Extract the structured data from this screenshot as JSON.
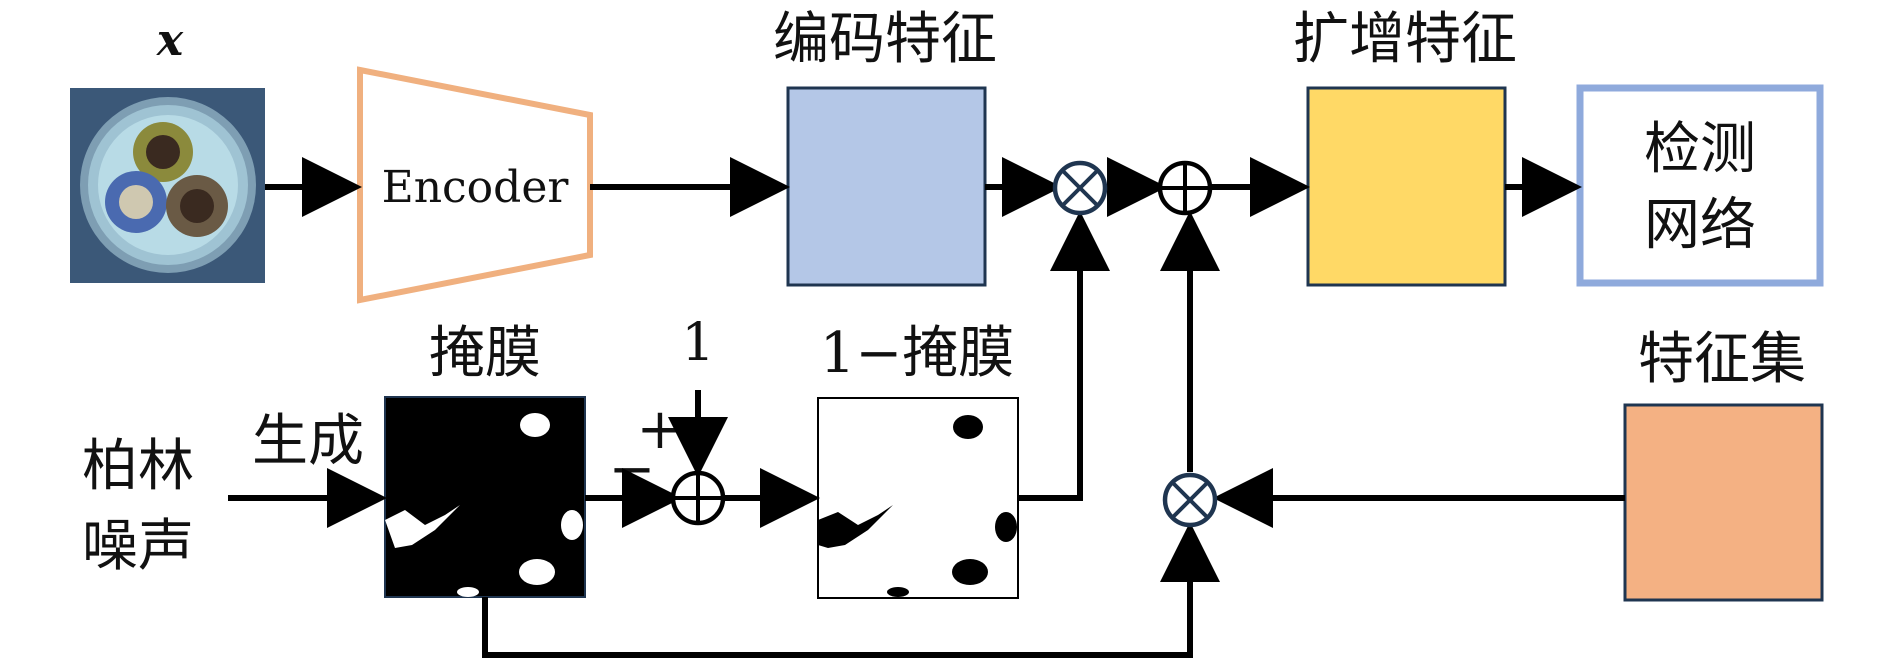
{
  "diagram": {
    "input_symbol": "x",
    "encoder_label": "Encoder",
    "encoded_feature_label": "编码特征",
    "augmented_feature_label": "扩增特征",
    "detection_network_label": [
      "检测",
      "网络"
    ],
    "mask_label": "掩膜",
    "one_label": "1",
    "one_minus_mask_label": "1−掩膜",
    "feature_set_label": "特征集",
    "perlin_noise_label": [
      "柏林",
      "噪声"
    ],
    "generate_label": "生成",
    "plus_sign": "+",
    "minus_sign": "−",
    "colors": {
      "encoder_outline": "#f0b07f",
      "encoded_feature_fill": "#b4c7e7",
      "augmented_feature_fill": "#ffd966",
      "detection_network_outline": "#8faadc",
      "feature_set_fill": "#f4b183",
      "box_stroke": "#1f3550",
      "operator_stroke": "#1f3550"
    },
    "icons": [
      "multiply-operator-icon",
      "add-operator-icon",
      "cable-cross-section-image",
      "mask-image",
      "inverted-mask-image"
    ]
  }
}
